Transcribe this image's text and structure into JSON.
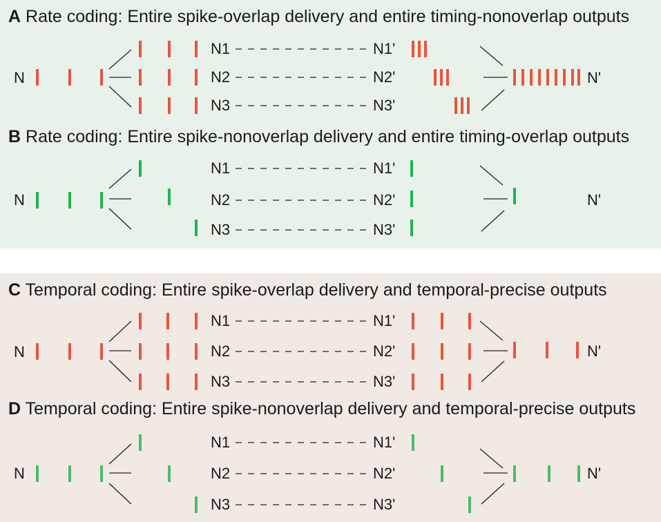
{
  "colors": {
    "red": "#e8553d",
    "green": "#1fb54e",
    "green_light": "#4cbb6b",
    "panel_green": "#e9f2ea",
    "panel_tan": "#f1e9e4"
  },
  "panels": [
    {
      "letter": "A",
      "title": "Rate coding: Entire spike-overlap delivery and entire timing-nonoverlap outputs"
    },
    {
      "letter": "B",
      "title": "Rate coding: Entire spike-nonoverlap delivery and entire timing-overlap outputs"
    },
    {
      "letter": "C",
      "title": "Temporal coding: Entire spike-overlap delivery and temporal-precise outputs"
    },
    {
      "letter": "D",
      "title": "Temporal coding: Entire spike-nonoverlap delivery and temporal-precise outputs"
    }
  ],
  "nodes": {
    "source": "N",
    "inputs": [
      "N1",
      "N2",
      "N3"
    ],
    "outputs": [
      "N1'",
      "N2'",
      "N3'"
    ],
    "target": "N'"
  }
}
